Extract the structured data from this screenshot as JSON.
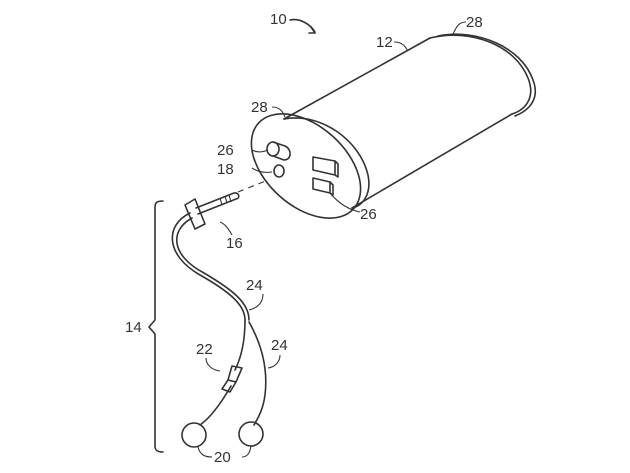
{
  "figure": {
    "labels": {
      "device": "10",
      "housing": "12",
      "end_cap_rear": "28",
      "end_cap_front": "28",
      "port_upper": "26",
      "port_jack": "18",
      "port_rect": "26",
      "plug": "16",
      "cable_upper": "24",
      "cable_lower": "24",
      "inline_component": "22",
      "headset_assembly": "14",
      "earbuds": "20"
    },
    "colors": {
      "ink": "#333333",
      "background": "#ffffff"
    }
  }
}
